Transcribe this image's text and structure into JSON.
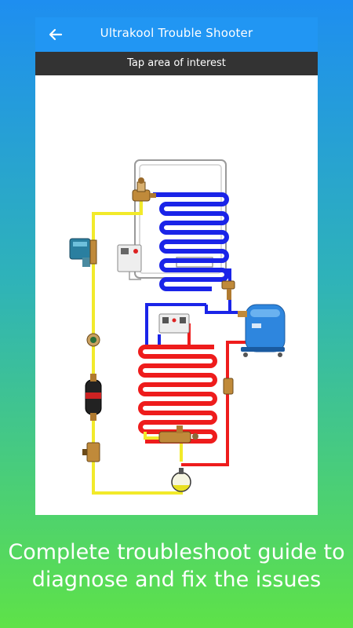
{
  "app": {
    "title": "Ultrakool Trouble Shooter",
    "back_icon": "arrow-left-icon"
  },
  "instruction": "Tap area of interest",
  "caption": {
    "line1": "Complete troubleshoot guide to",
    "line2": "diagnose and fix the issues"
  },
  "colors": {
    "app_bar": "#2196f3",
    "sub_bar": "#333333",
    "low_pressure_line": "#1a24e8",
    "high_pressure_line": "#ee1c1c",
    "liquid_line": "#f2ea2a",
    "compressor": "#2e86de"
  }
}
